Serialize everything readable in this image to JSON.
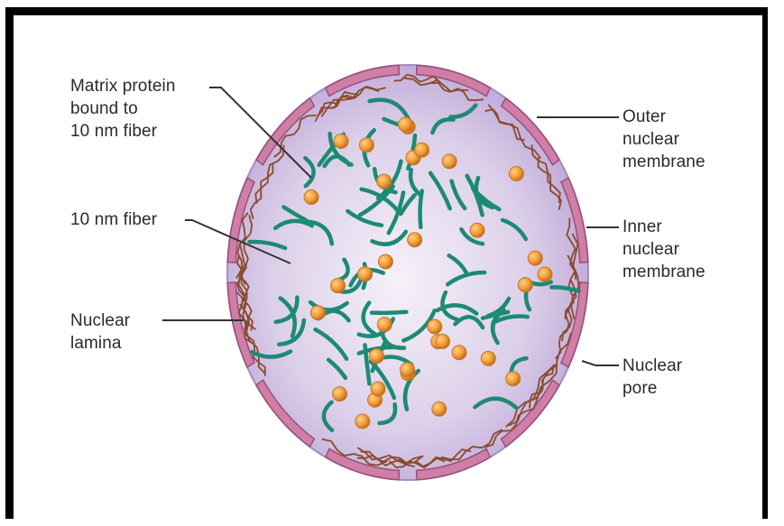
{
  "labels": {
    "matrix_protein": "Matrix protein\nbound to\n10 nm fiber",
    "fiber": "10 nm fiber",
    "lamina": "Nuclear\nlamina",
    "outer_membrane": "Outer\nnuclear\nmembrane",
    "inner_membrane": "Inner\nnuclear\nmembrane",
    "pore": "Nuclear\npore"
  },
  "colors": {
    "nucleoplasm_center": "#f4eef8",
    "nucleoplasm_edge": "#b9a3d6",
    "membrane": "#cf7fa6",
    "membrane_edge": "#9a4f7a",
    "lamina_fiber": "#8a4a2c",
    "chromatin_fiber": "#1d8a73",
    "matrix_protein": "#e8962e",
    "leader_line": "#333333"
  }
}
